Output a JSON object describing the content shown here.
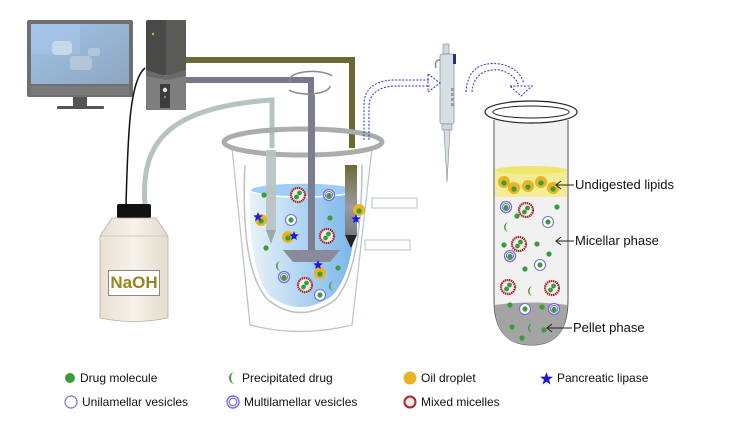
{
  "bottle": {
    "label": "NaOH"
  },
  "tube_labels": {
    "undigested": "Undigested lipids",
    "micellar": "Micellar phase",
    "pellet": "Pellet phase"
  },
  "legend": {
    "items": [
      {
        "key": "drug",
        "label": "Drug molecule",
        "icon": "green-dot-icon"
      },
      {
        "key": "precip",
        "label": "Precipitated drug",
        "icon": "green-crescent-icon"
      },
      {
        "key": "oil",
        "label": "Oil droplet",
        "icon": "yellow-dot-icon"
      },
      {
        "key": "lipase",
        "label": "Pancreatic lipase",
        "icon": "blue-star-icon"
      },
      {
        "key": "uni",
        "label": "Unilamellar vesicles",
        "icon": "single-ring-icon"
      },
      {
        "key": "multi",
        "label": "Multilamellar vesicles",
        "icon": "double-ring-icon"
      },
      {
        "key": "micelle",
        "label": "Mixed micelles",
        "icon": "red-ring-icon"
      }
    ]
  },
  "colors": {
    "drug": "#3a9c3a",
    "oil": "#e8b423",
    "lipase": "#1a1adf",
    "vesicle": "#7a6fd0",
    "micelle": "#a8282a",
    "naoh_text": "#9a8420",
    "arrow": "#2f2fd0"
  }
}
